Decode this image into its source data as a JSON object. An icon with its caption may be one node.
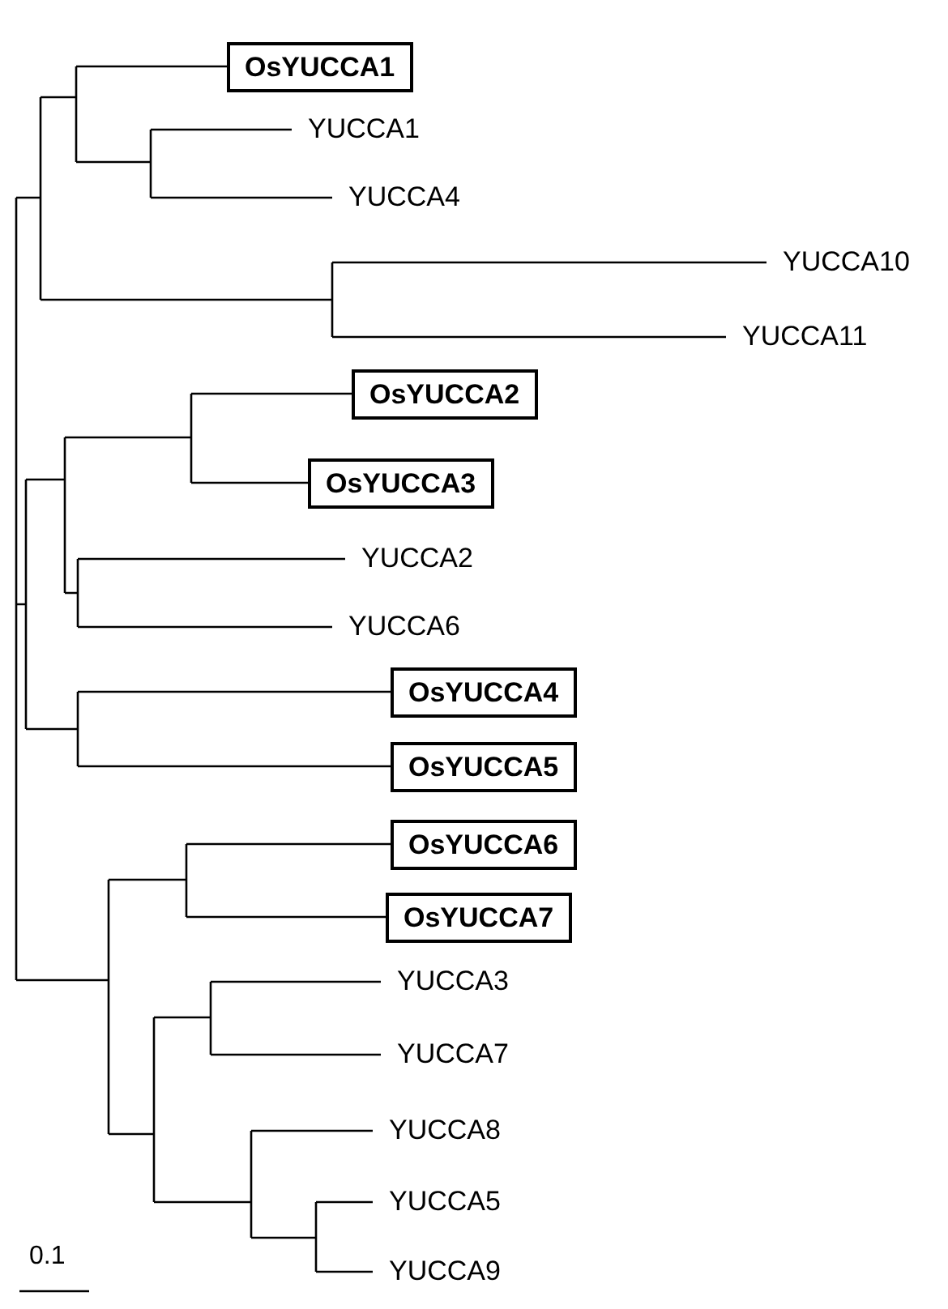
{
  "diagram": {
    "nodes": [
      {
        "text": [
          "OsYUCCA1"
        ]
      },
      {
        "text": [
          "YUCCA1"
        ]
      },
      {
        "text": [
          "YUCCA4"
        ]
      },
      {
        "text": [
          "YUCCA10"
        ]
      },
      {
        "text": [
          "YUCCA11"
        ]
      },
      {
        "text": [
          "OsYUCCA2"
        ]
      },
      {
        "text": [
          "OsYUCCA3"
        ]
      },
      {
        "text": [
          "YUCCA2"
        ]
      },
      {
        "text": [
          "YUCCA6"
        ]
      },
      {
        "text": [
          "OsYUCCA4"
        ]
      },
      {
        "text": [
          "OsYUCCA5"
        ]
      },
      {
        "text": [
          "OsYUCCA6"
        ]
      },
      {
        "text": [
          "OsYUCCA7"
        ]
      },
      {
        "text": [
          "YUCCA3"
        ]
      },
      {
        "text": [
          "YUCCA7"
        ]
      },
      {
        "text": [
          "YUCCA8"
        ]
      },
      {
        "text": [
          "YUCCA5"
        ]
      },
      {
        "text": [
          "YUCCA9"
        ]
      }
    ],
    "edges": [
      {
        "from": null,
        "to": 0,
        "arrow": "none"
      },
      {
        "from": null,
        "to": 1,
        "arrow": "none"
      },
      {
        "from": null,
        "to": 2,
        "arrow": "none"
      },
      {
        "from": null,
        "to": 3,
        "arrow": "none"
      },
      {
        "from": null,
        "to": 4,
        "arrow": "none"
      },
      {
        "from": null,
        "to": 5,
        "arrow": "none"
      },
      {
        "from": null,
        "to": 6,
        "arrow": "none"
      },
      {
        "from": null,
        "to": 7,
        "arrow": "none"
      },
      {
        "from": null,
        "to": 8,
        "arrow": "none"
      },
      {
        "from": null,
        "to": 9,
        "arrow": "none"
      },
      {
        "from": null,
        "to": 10,
        "arrow": "none"
      },
      {
        "from": null,
        "to": 11,
        "arrow": "none"
      },
      {
        "from": null,
        "to": 12,
        "arrow": "none"
      },
      {
        "from": null,
        "to": 13,
        "arrow": "none"
      },
      {
        "from": null,
        "to": 14,
        "arrow": "none"
      },
      {
        "from": null,
        "to": 15,
        "arrow": "none"
      },
      {
        "from": null,
        "to": 16,
        "arrow": "none"
      },
      {
        "from": null,
        "to": 17,
        "arrow": "none"
      }
    ],
    "labels": [
      "0.1"
    ]
  }
}
